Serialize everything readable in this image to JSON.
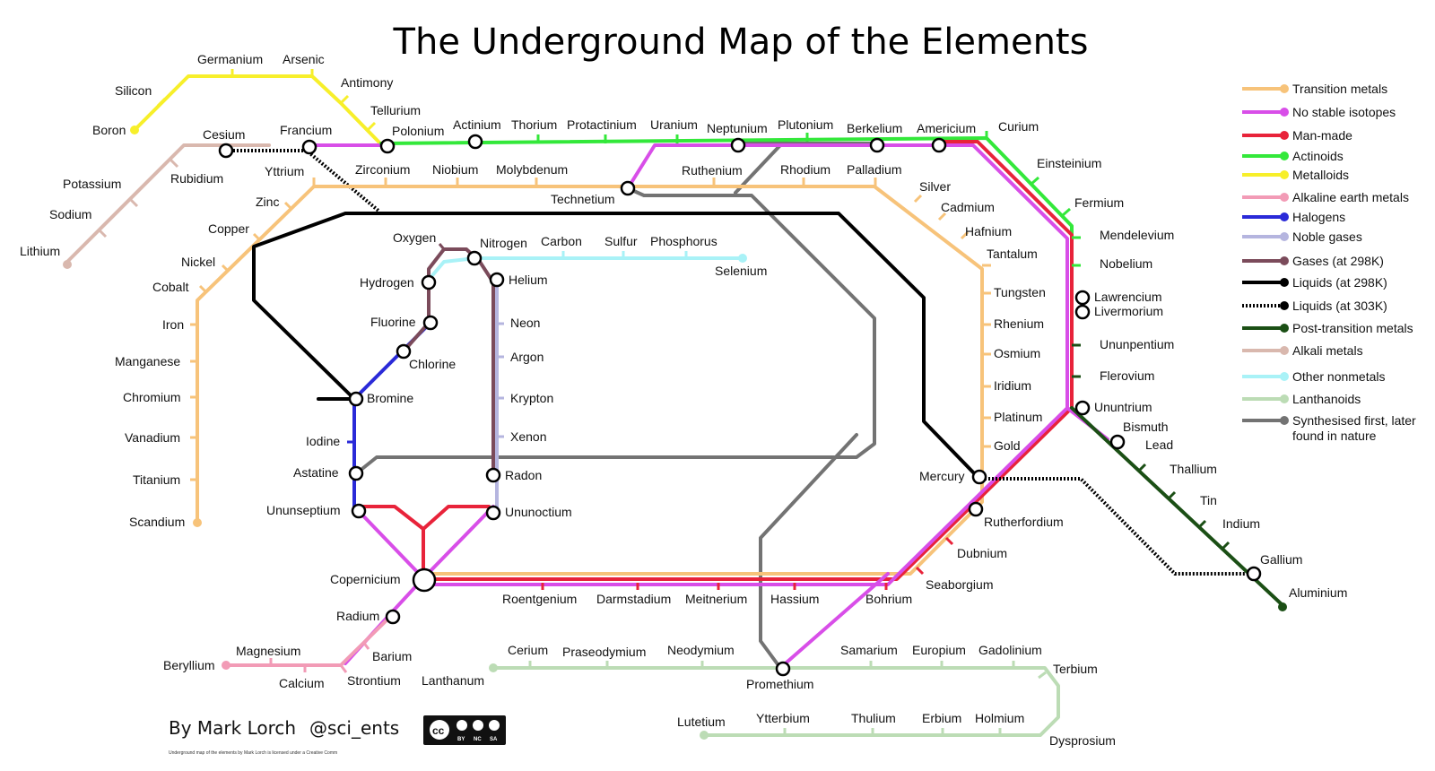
{
  "title": "The Underground Map of the Elements",
  "author": "By Mark Lorch",
  "handle": "@sci_ents",
  "license_text": "Underground map of the elements by Mark Lorch is licensed under a Creative Comm",
  "cc_badge": {
    "cc": "cc",
    "by": "BY",
    "nc": "NC",
    "sa": "SA"
  },
  "colors": {
    "transition": "#f7c37a",
    "no_stable": "#d84ee8",
    "man_made": "#e8233a",
    "actinoids": "#33e83a",
    "metalloids": "#f7ef2a",
    "alkaline_earth": "#f29bb6",
    "halogens": "#2a2ad8",
    "noble": "#b5b5df",
    "gases": "#7b4b5b",
    "liquids": "#000000",
    "post_transition": "#1b4f15",
    "alkali": "#d9b8ae",
    "other_nonmetals": "#a9f2f7",
    "lanthanoids": "#bcdcb5",
    "synthesised": "#737373"
  },
  "legend": [
    {
      "label": "Transition metals",
      "color": "#f7c37a"
    },
    {
      "label": "No stable isotopes",
      "color": "#d84ee8"
    },
    {
      "label": "Man-made",
      "color": "#e8233a"
    },
    {
      "label": "Actinoids",
      "color": "#33e83a"
    },
    {
      "label": "Metalloids",
      "color": "#f7ef2a"
    },
    {
      "label": "Alkaline earth metals",
      "color": "#f29bb6"
    },
    {
      "label": "Halogens",
      "color": "#2a2ad8"
    },
    {
      "label": "Noble gases",
      "color": "#b5b5df"
    },
    {
      "label": "Gases (at 298K)",
      "color": "#7b4b5b"
    },
    {
      "label": "Liquids (at 298K)",
      "color": "#000000"
    },
    {
      "label": "Liquids (at 303K)",
      "color": "#000000",
      "dotted": true
    },
    {
      "label": "Post-transition metals",
      "color": "#1b4f15"
    },
    {
      "label": "Alkali metals",
      "color": "#d9b8ae"
    },
    {
      "label": "Other nonmetals",
      "color": "#a9f2f7"
    },
    {
      "label": "Lanthanoids",
      "color": "#bcdcb5"
    },
    {
      "label": "Synthesised first, later found in nature",
      "color": "#737373",
      "label2": "found in nature",
      "label1": "Synthesised first, later"
    }
  ],
  "elements": {
    "boron": "Boron",
    "silicon": "Silicon",
    "germanium": "Germanium",
    "arsenic": "Arsenic",
    "antimony": "Antimony",
    "tellurium": "Tellurium",
    "polonium": "Polonium",
    "cesium": "Cesium",
    "francium": "Francium",
    "rubidium": "Rubidium",
    "potassium": "Potassium",
    "sodium": "Sodium",
    "lithium": "Lithium",
    "actinium": "Actinium",
    "thorium": "Thorium",
    "protactinium": "Protactinium",
    "uranium": "Uranium",
    "neptunium": "Neptunium",
    "plutonium": "Plutonium",
    "berkelium": "Berkelium",
    "americium": "Americium",
    "curium": "Curium",
    "einsteinium": "Einsteinium",
    "fermium": "Fermium",
    "mendelevium": "Mendelevium",
    "nobelium": "Nobelium",
    "lawrencium": "Lawrencium",
    "livermorium": "Livermorium",
    "ununpentium": "Ununpentium",
    "flerovium": "Flerovium",
    "ununtrium": "Ununtrium",
    "bismuth": "Bismuth",
    "lead": "Lead",
    "thallium": "Thallium",
    "tin": "Tin",
    "indium": "Indium",
    "gallium": "Gallium",
    "aluminium": "Aluminium",
    "yttrium": "Yttrium",
    "zirconium": "Zirconium",
    "niobium": "Niobium",
    "molybdenum": "Molybdenum",
    "technetium": "Technetium",
    "ruthenium": "Ruthenium",
    "rhodium": "Rhodium",
    "palladium": "Palladium",
    "silver": "Silver",
    "cadmium": "Cadmium",
    "hafnium": "Hafnium",
    "tantalum": "Tantalum",
    "tungsten": "Tungsten",
    "rhenium": "Rhenium",
    "osmium": "Osmium",
    "iridium": "Iridium",
    "platinum": "Platinum",
    "gold": "Gold",
    "mercury": "Mercury",
    "zinc": "Zinc",
    "copper": "Copper",
    "nickel": "Nickel",
    "cobalt": "Cobalt",
    "iron": "Iron",
    "manganese": "Manganese",
    "chromium": "Chromium",
    "vanadium": "Vanadium",
    "titanium": "Titanium",
    "scandium": "Scandium",
    "oxygen": "Oxygen",
    "nitrogen": "Nitrogen",
    "carbon": "Carbon",
    "sulfur": "Sulfur",
    "phosphorus": "Phosphorus",
    "selenium": "Selenium",
    "hydrogen": "Hydrogen",
    "helium": "Helium",
    "fluorine": "Fluorine",
    "chlorine": "Chlorine",
    "bromine": "Bromine",
    "iodine": "Iodine",
    "astatine": "Astatine",
    "ununseptium": "Ununseptium",
    "neon": "Neon",
    "argon": "Argon",
    "krypton": "Krypton",
    "xenon": "Xenon",
    "radon": "Radon",
    "ununoctium": "Ununoctium",
    "copernicium": "Copernicium",
    "radium": "Radium",
    "magnesium": "Magnesium",
    "beryllium": "Beryllium",
    "calcium": "Calcium",
    "barium": "Barium",
    "strontium": "Strontium",
    "roentgenium": "Roentgenium",
    "darmstadium": "Darmstadium",
    "meitnerium": "Meitnerium",
    "hassium": "Hassium",
    "bohrium": "Bohrium",
    "seaborgium": "Seaborgium",
    "dubnium": "Dubnium",
    "rutherfordium": "Rutherfordium",
    "lanthanum": "Lanthanum",
    "cerium": "Cerium",
    "praseodymium": "Praseodymium",
    "neodymium": "Neodymium",
    "promethium": "Promethium",
    "samarium": "Samarium",
    "europium": "Europium",
    "gadolinium": "Gadolinium",
    "terbium": "Terbium",
    "dysprosium": "Dysprosium",
    "holmium": "Holmium",
    "erbium": "Erbium",
    "thulium": "Thulium",
    "ytterbium": "Ytterbium",
    "lutetium": "Lutetium"
  }
}
